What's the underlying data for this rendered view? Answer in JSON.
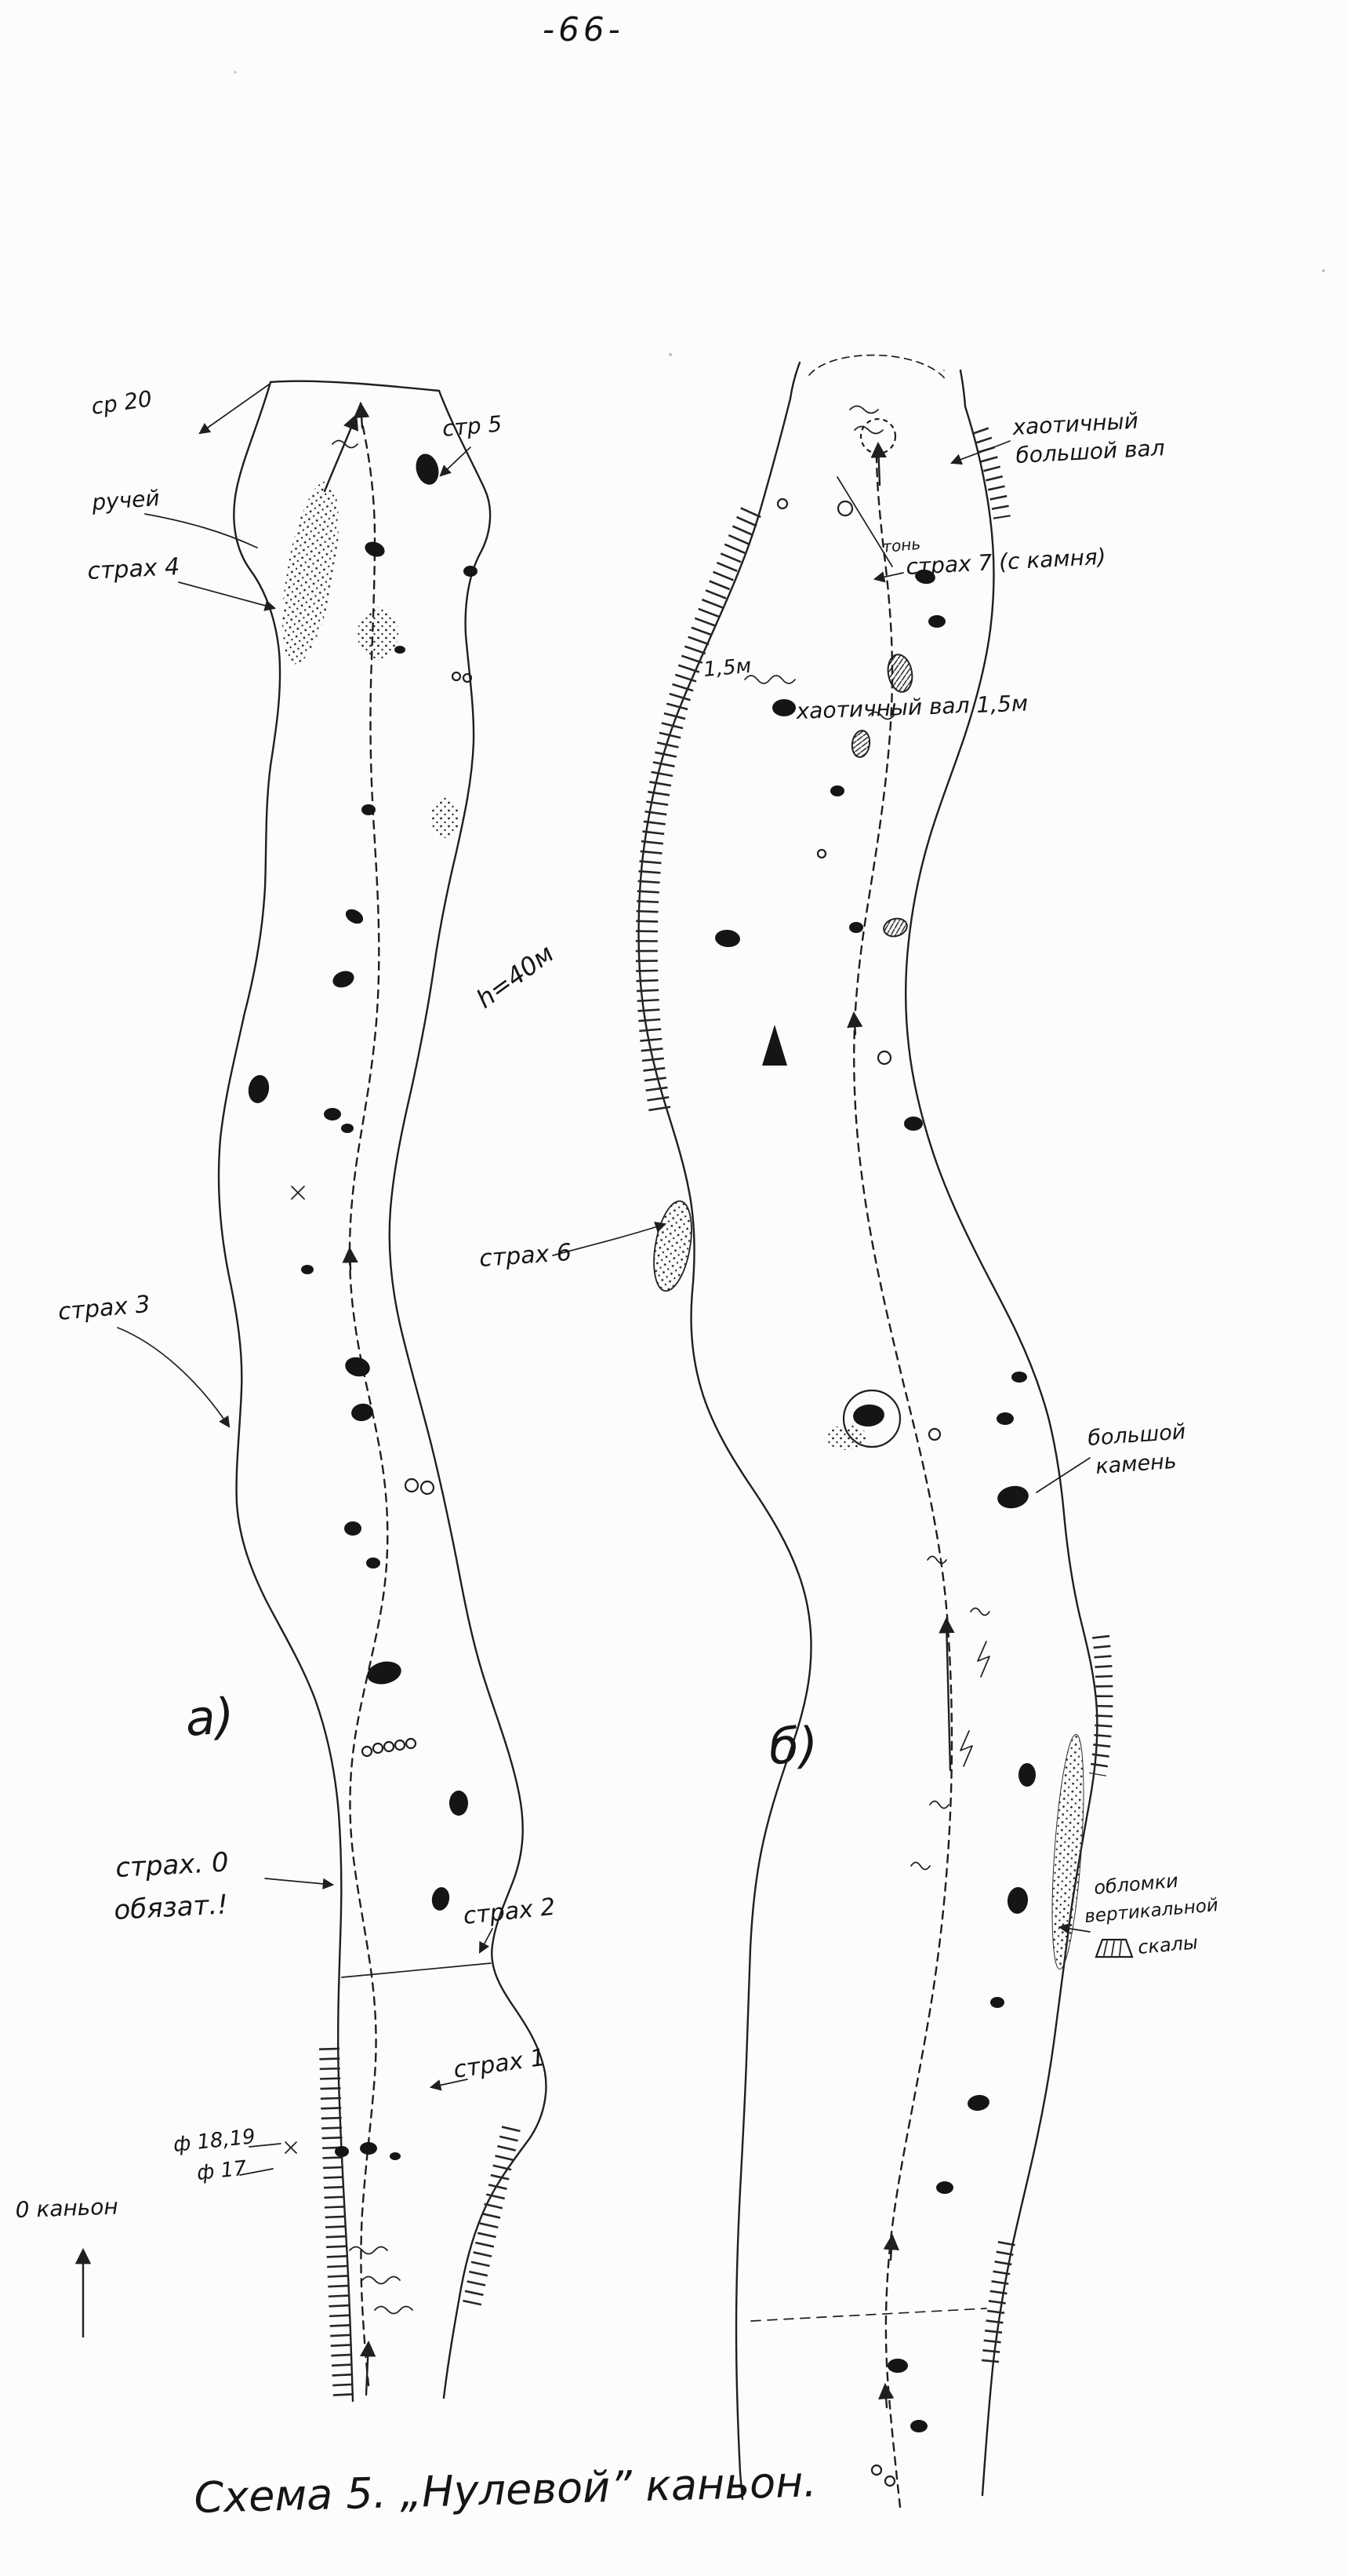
{
  "page": {
    "number": "-66-",
    "caption": "Схема 5. „Нулевой” каньон."
  },
  "sketch_a": {
    "label": "а)",
    "photo_20": "ср 20",
    "str_5": "стр 5",
    "stream": "ручей",
    "belay_4": "страх 4",
    "belay_3": "страх 3",
    "belay_0_line1": "страх. 0",
    "belay_0_line2": "обязат.!",
    "belay_2": "страх 2",
    "belay_1": "страх 1",
    "photo_18_19": "ф 18,19",
    "photo_17": "ф 17",
    "canyon_0": "0 каньон"
  },
  "sketch_b": {
    "label": "б)",
    "chaotic_shaft_line1": "хаотичный",
    "chaotic_shaft_line2": "большой вал",
    "small_note": "тонь",
    "belay_7": "страх 7 (с камня)",
    "height_1_5": "1,5м",
    "chaotic_shaft_1_5": "хаотичный вал  1,5м",
    "wall_height": "h=40м",
    "belay_6": "страх 6",
    "big_stone_line1": "большой",
    "big_stone_line2": "камень",
    "debris_line1": "обломки",
    "debris_line2": "вертикальной",
    "debris_line3": "скалы"
  }
}
